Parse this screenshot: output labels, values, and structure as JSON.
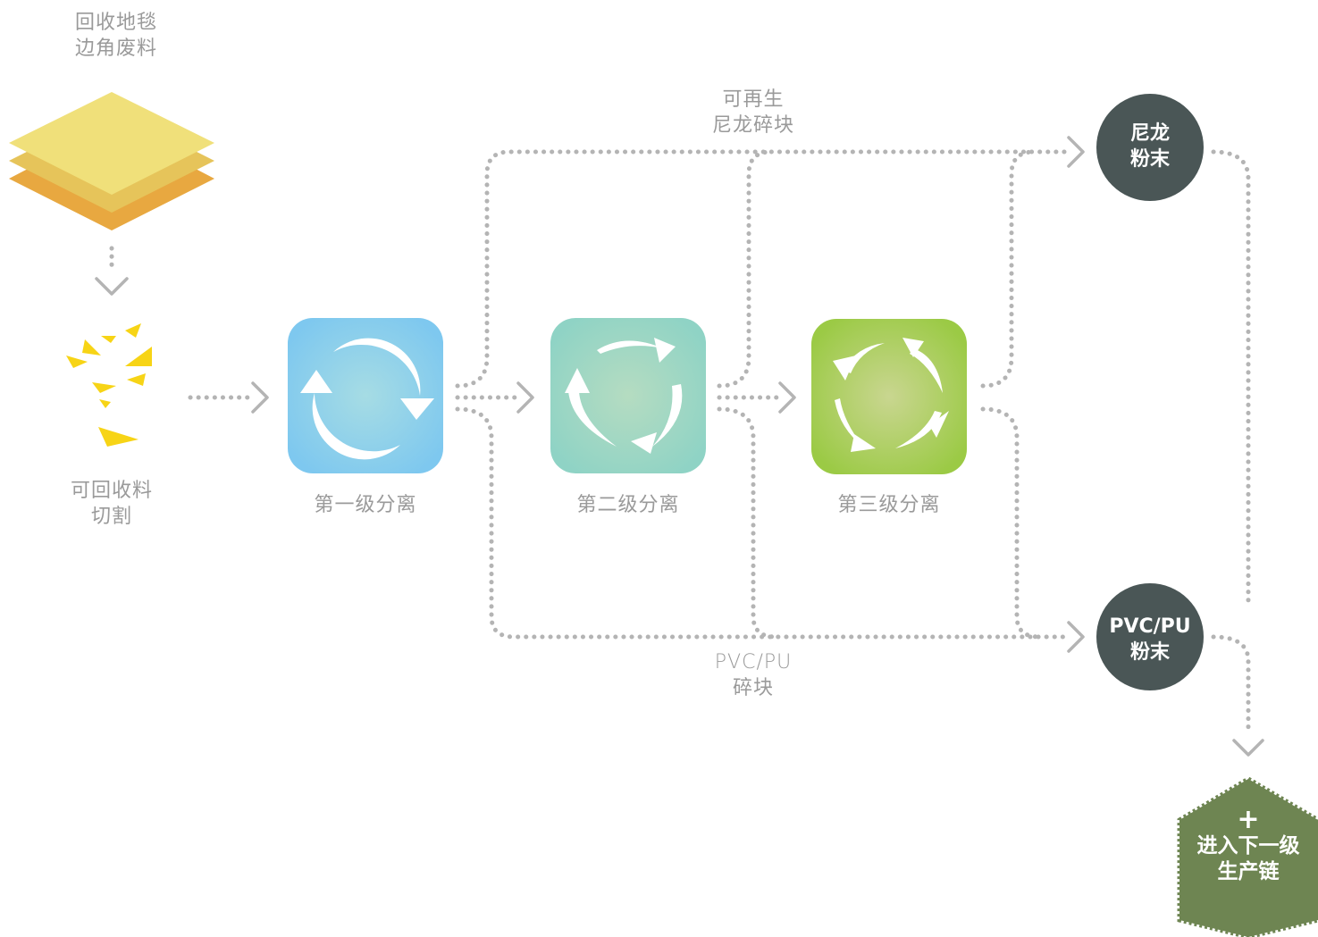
{
  "colors": {
    "dotted_line": "#b4b4b4",
    "stage1": "#7ec8ef",
    "stage2": "#8fd3c5",
    "stage3": "#9bca45",
    "product_circle": "#4a5656",
    "next_chain": "#6e8552",
    "carpet_top": "#f0e07a",
    "carpet_mid": "#e6c45a",
    "carpet_bottom": "#e8a840",
    "chips": "#f7d416"
  },
  "input": {
    "carpet_line1": "回收地毯",
    "carpet_line2": "边角废料",
    "carpet_icon": "carpet-layers-icon",
    "chips_line1": "可回收料",
    "chips_line2": "切割",
    "chips_icon": "shredded-chips-icon"
  },
  "stages": [
    {
      "label": "第一级分离",
      "icon": "recycle-two-arrows-icon"
    },
    {
      "label": "第二级分离",
      "icon": "recycle-three-arrows-icon"
    },
    {
      "label": "第三级分离",
      "icon": "recycle-four-arrows-icon"
    }
  ],
  "streams": {
    "nylon_line1": "可再生",
    "nylon_line2": "尼龙碎块",
    "pvc_line1": "PVC/PU",
    "pvc_line2": "碎块"
  },
  "products": {
    "nylon_line1": "尼龙",
    "nylon_line2": "粉末",
    "pvc_line1": "PVC/PU",
    "pvc_line2": "粉末"
  },
  "next_chain": {
    "plus": "+",
    "line1": "进入下一级",
    "line2": "生产链"
  }
}
